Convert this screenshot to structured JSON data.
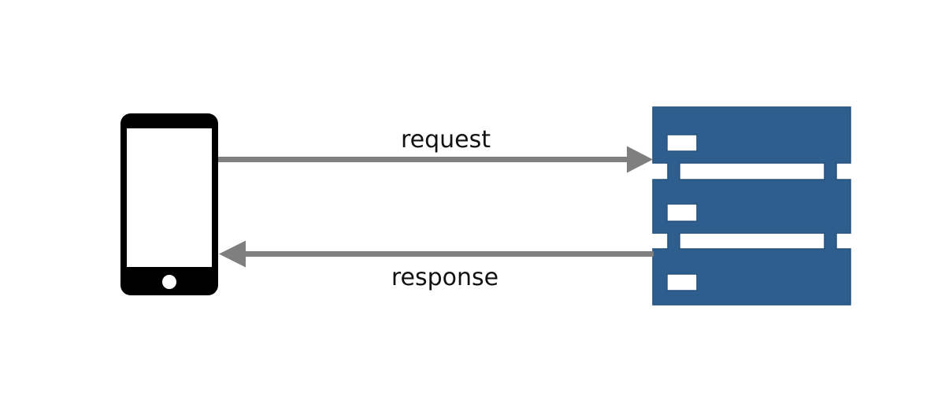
{
  "diagram": {
    "type": "client-server-communication",
    "nodes": [
      {
        "id": "client",
        "icon": "smartphone-icon"
      },
      {
        "id": "server",
        "icon": "server-stack-icon"
      }
    ],
    "edges": [
      {
        "from": "client",
        "to": "server",
        "label": "request",
        "direction": "right"
      },
      {
        "from": "server",
        "to": "client",
        "label": "response",
        "direction": "left"
      }
    ]
  },
  "colors": {
    "background": "#ffffff",
    "phone_black": "#000000",
    "server_blue": "#2e5e8e",
    "server_outline": "#26517c",
    "arrow_gray": "#7f7f7f",
    "label_text": "#111111"
  }
}
